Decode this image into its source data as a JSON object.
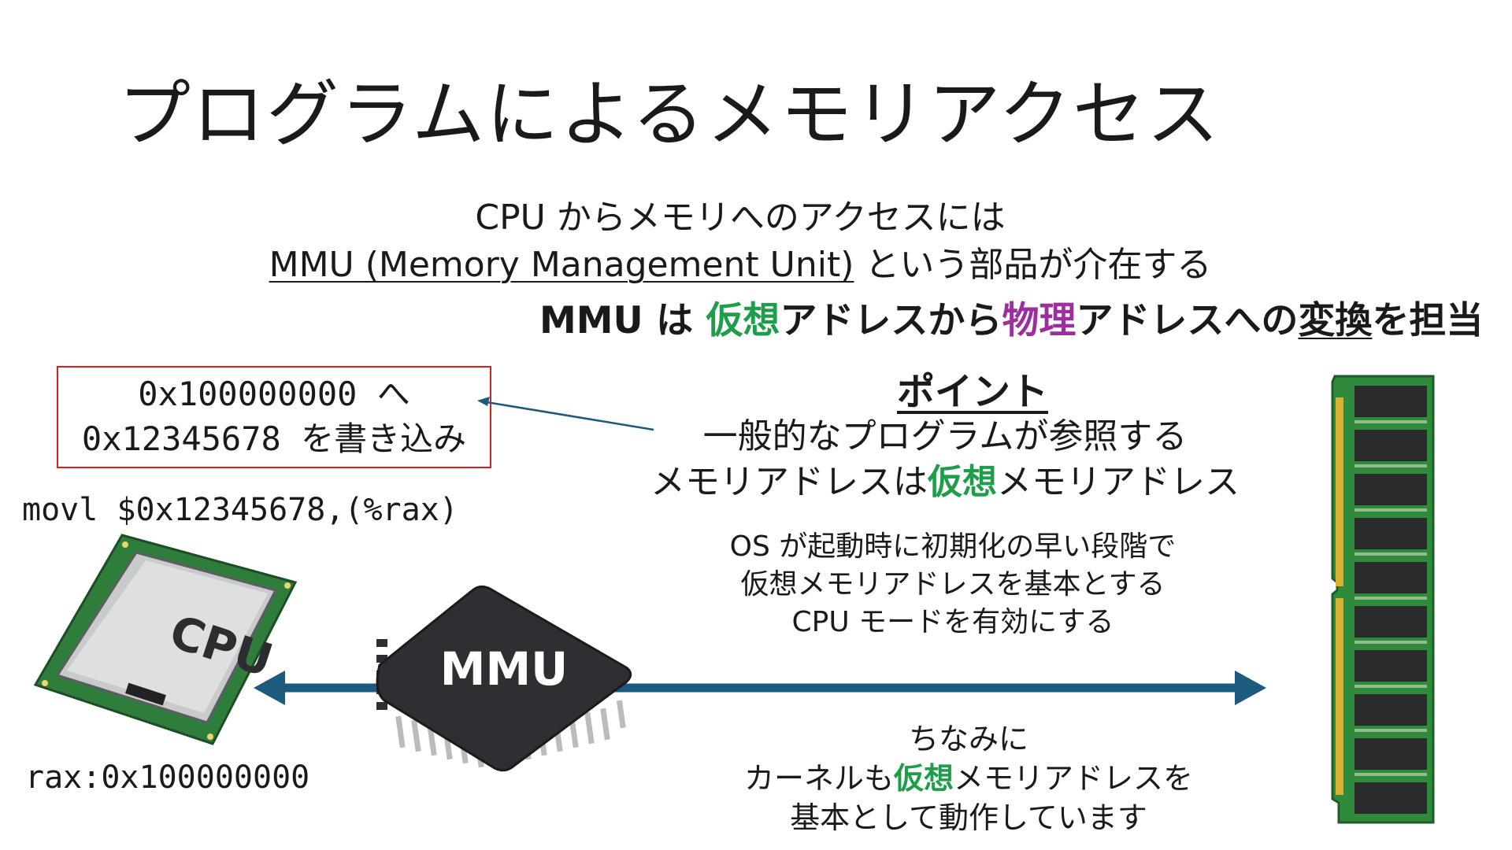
{
  "slide": {
    "title": "プログラムによるメモリアクセス",
    "intro_line1": "CPU からメモリへのアクセスには",
    "intro_mmu_full": "MMU (Memory Management Unit)",
    "intro_line2_rest": " という部品が介在する",
    "role": {
      "part1": "MMU は ",
      "virtual": "仮想",
      "part2": "アドレスから",
      "physical": "物理",
      "part3": "アドレスへの",
      "convert": "変換",
      "part4": "を担当"
    },
    "point": {
      "title": "ポイント",
      "line1": "一般的なプログラムが参照する",
      "line2_a": "メモリアドレスは",
      "line2_virtual": "仮想",
      "line2_b": "メモリアドレス"
    },
    "os_note": {
      "line1": "OS が起動時に初期化の早い段階で",
      "line2": "仮想メモリアドレスを基本とする",
      "line3": "CPU モードを有効にする"
    },
    "kernel_note": {
      "line1": "ちなみに",
      "line2_a": "カーネルも",
      "line2_virtual": "仮想",
      "line2_b": "メモリアドレスを",
      "line3": "基本として動作しています"
    },
    "write_box": {
      "line1": "0x100000000 へ",
      "line2": "0x12345678 を書き込み"
    },
    "instruction": "movl $0x12345678,(%rax)",
    "register": "rax:0x100000000",
    "cpu_chip_label": "CPU",
    "mmu_chip_label": "MMU"
  },
  "colors": {
    "virtual_green": "#1f9d4a",
    "physical_purple": "#9b2f9b",
    "arrow_blue": "#1c5a7e",
    "box_red": "#d42020"
  },
  "icons": [
    "cpu-chip-icon",
    "mmu-chip-icon",
    "memory-module-icon",
    "double-arrow-icon",
    "pointer-arrow-icon"
  ]
}
